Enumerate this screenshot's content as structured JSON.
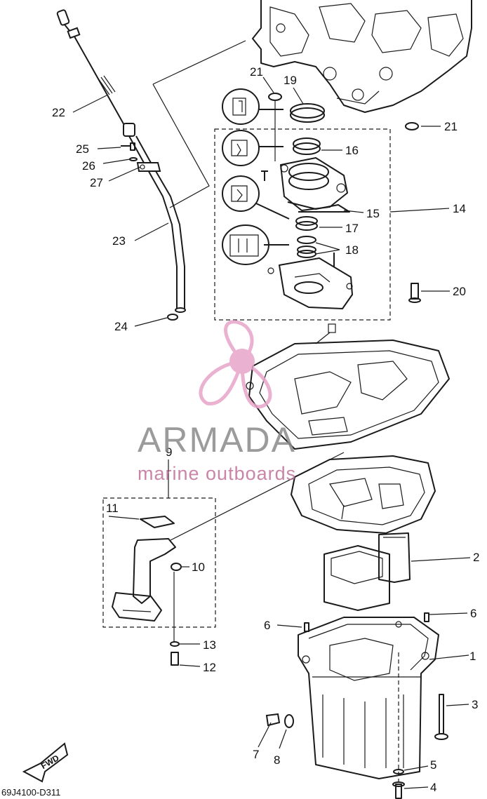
{
  "diagram": {
    "drawing_code": "69J4100-D311",
    "direction_label": "FWD",
    "watermark": {
      "brand": "ARMADA",
      "tagline": "marine outboards",
      "accent_color": "#e8a4c8"
    },
    "callouts": [
      {
        "id": "c1",
        "label": "1"
      },
      {
        "id": "c2",
        "label": "2"
      },
      {
        "id": "c3",
        "label": "3"
      },
      {
        "id": "c4",
        "label": "4"
      },
      {
        "id": "c5",
        "label": "5"
      },
      {
        "id": "c6a",
        "label": "6"
      },
      {
        "id": "c6b",
        "label": "6"
      },
      {
        "id": "c7",
        "label": "7"
      },
      {
        "id": "c8",
        "label": "8"
      },
      {
        "id": "c9",
        "label": "9"
      },
      {
        "id": "c10",
        "label": "10"
      },
      {
        "id": "c11",
        "label": "11"
      },
      {
        "id": "c12",
        "label": "12"
      },
      {
        "id": "c13",
        "label": "13"
      },
      {
        "id": "c14",
        "label": "14"
      },
      {
        "id": "c15",
        "label": "15"
      },
      {
        "id": "c16",
        "label": "16"
      },
      {
        "id": "c17",
        "label": "17"
      },
      {
        "id": "c18",
        "label": "18"
      },
      {
        "id": "c19",
        "label": "19"
      },
      {
        "id": "c20",
        "label": "20"
      },
      {
        "id": "c21a",
        "label": "21"
      },
      {
        "id": "c21b",
        "label": "21"
      },
      {
        "id": "c22",
        "label": "22"
      },
      {
        "id": "c23",
        "label": "23"
      },
      {
        "id": "c24",
        "label": "24"
      },
      {
        "id": "c25",
        "label": "25"
      },
      {
        "id": "c26",
        "label": "26"
      },
      {
        "id": "c27",
        "label": "27"
      }
    ]
  }
}
